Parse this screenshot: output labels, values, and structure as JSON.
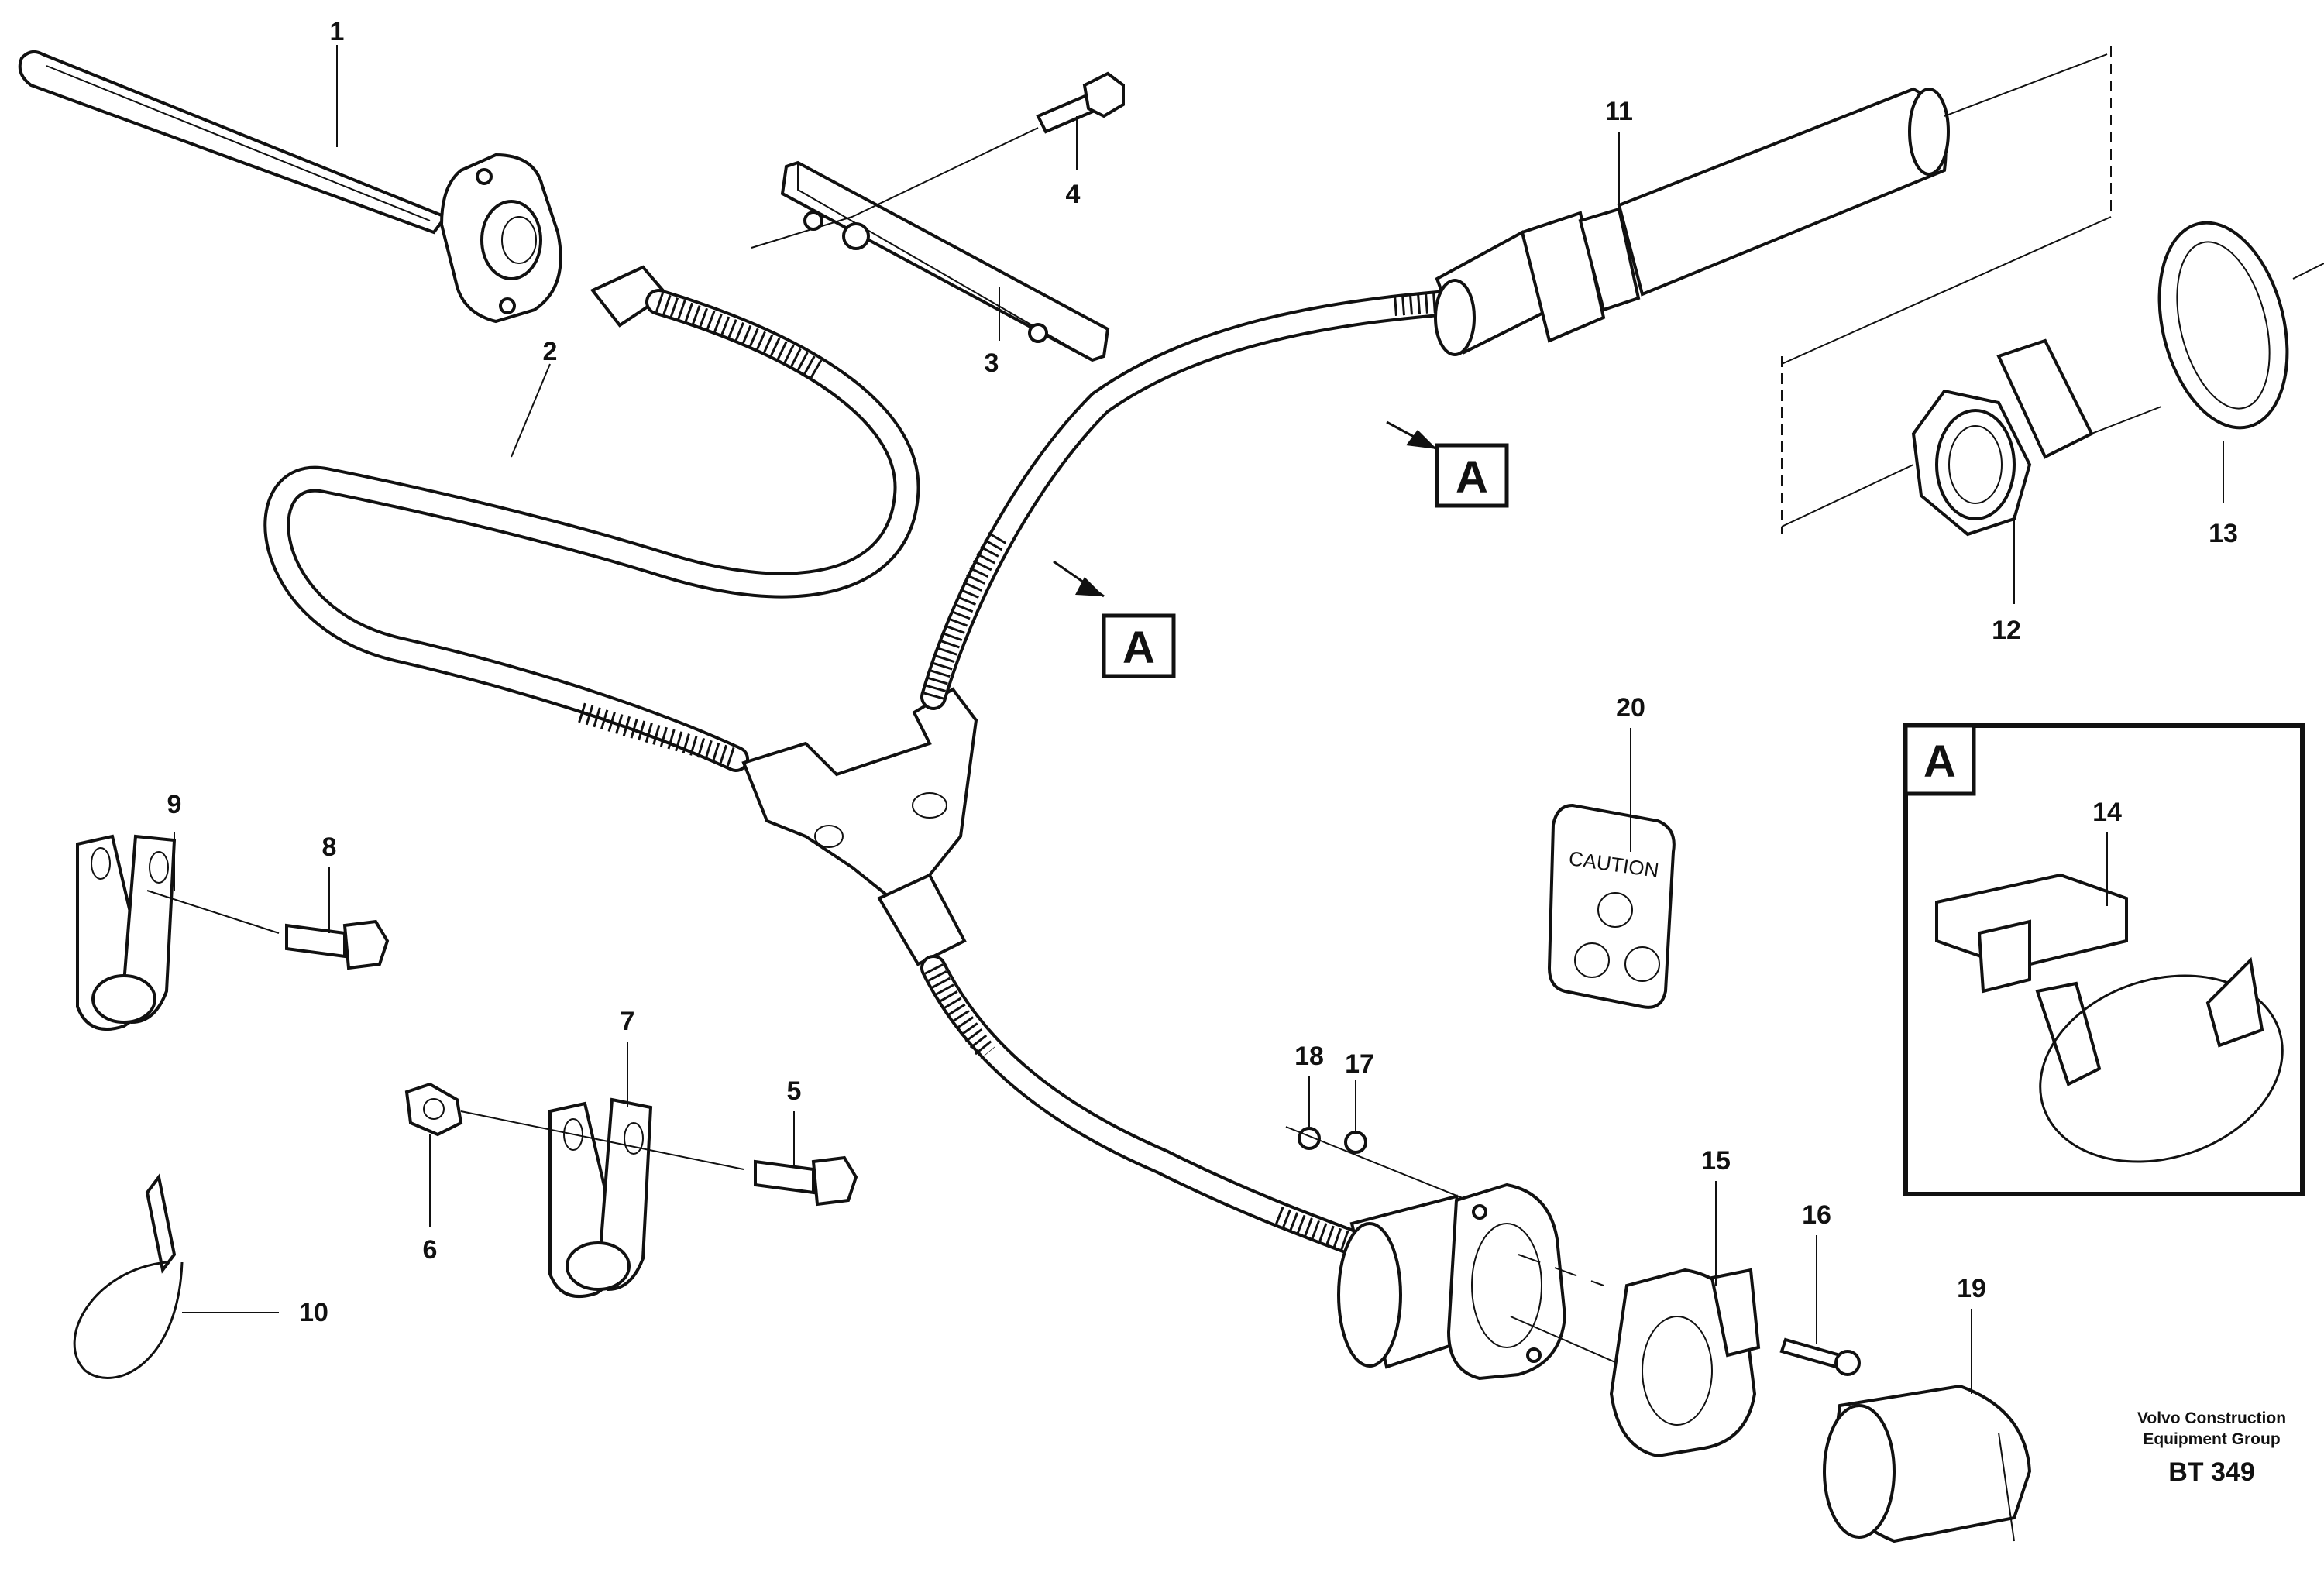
{
  "callouts": {
    "c1": "1",
    "c2": "2",
    "c3": "3",
    "c4": "4",
    "c5": "5",
    "c6": "6",
    "c7": "7",
    "c8": "8",
    "c9": "9",
    "c10": "10",
    "c11": "11",
    "c12": "12",
    "c13": "13",
    "c14": "14",
    "c15": "15",
    "c16": "16",
    "c17": "17",
    "c18": "18",
    "c19": "19",
    "c20": "20"
  },
  "detail_refs": {
    "ref_a1": "A",
    "ref_a2": "A",
    "inset_label": "A"
  },
  "caution_label": "CAUTION",
  "footer": {
    "line1": "Volvo Construction",
    "line2": "Equipment Group",
    "figure_id": "BT 349"
  }
}
